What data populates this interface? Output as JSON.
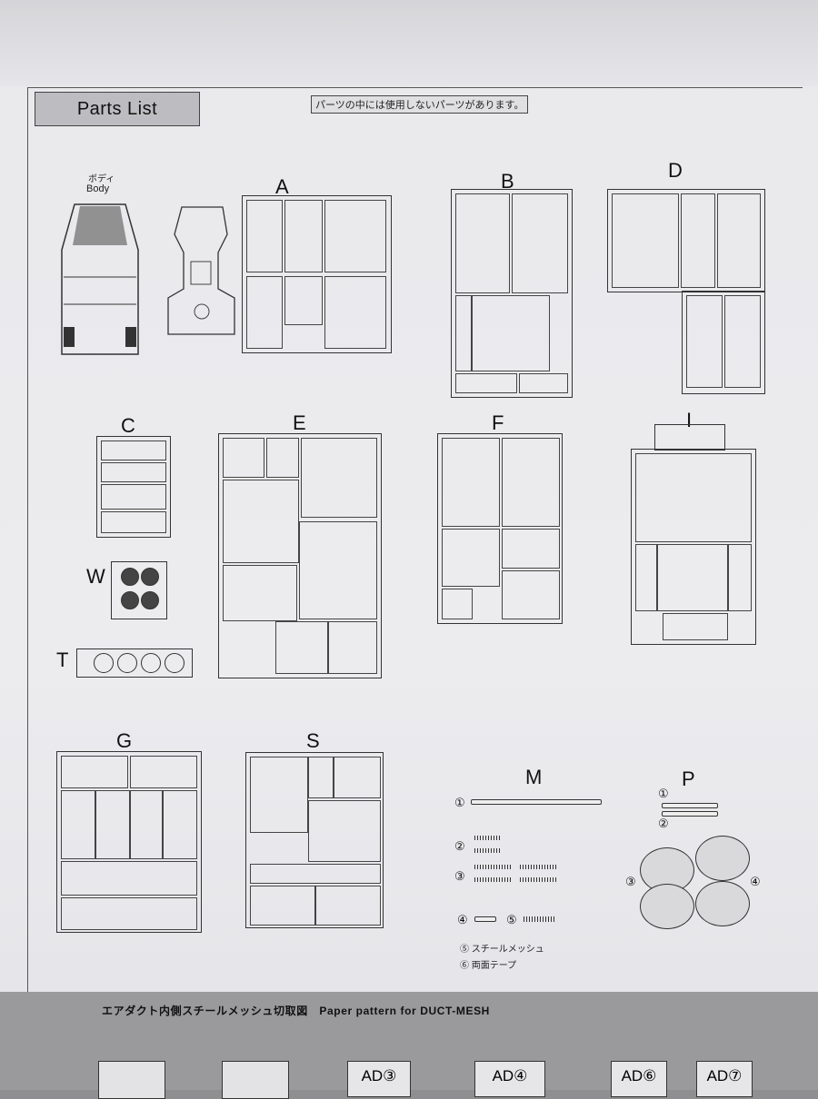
{
  "header": {
    "title": "Parts List",
    "notice": "パーツの中には使用しないパーツがあります。"
  },
  "body_label": {
    "jp": "ボディ",
    "en": "Body"
  },
  "sprues": {
    "A": "A",
    "B": "B",
    "C": "C",
    "D": "D",
    "E": "E",
    "F": "F",
    "G": "G",
    "I": "I",
    "S": "S",
    "W": "W",
    "T": "T",
    "M": "M",
    "P": "P"
  },
  "m_items": {
    "n1": "①",
    "n2": "②",
    "n3": "③",
    "n4": "④",
    "n5": "⑤",
    "steel_mesh": "⑤ スチールメッシュ",
    "tape": "⑥ 両面テープ"
  },
  "p_items": {
    "n1": "①",
    "n2": "②",
    "n3": "③",
    "n4": "④"
  },
  "footer": {
    "text": "エアダクト内側スチールメッシュ切取図　Paper pattern for DUCT-MESH",
    "tabs": [
      "AD③",
      "AD④",
      "AD⑥",
      "AD⑦"
    ]
  }
}
